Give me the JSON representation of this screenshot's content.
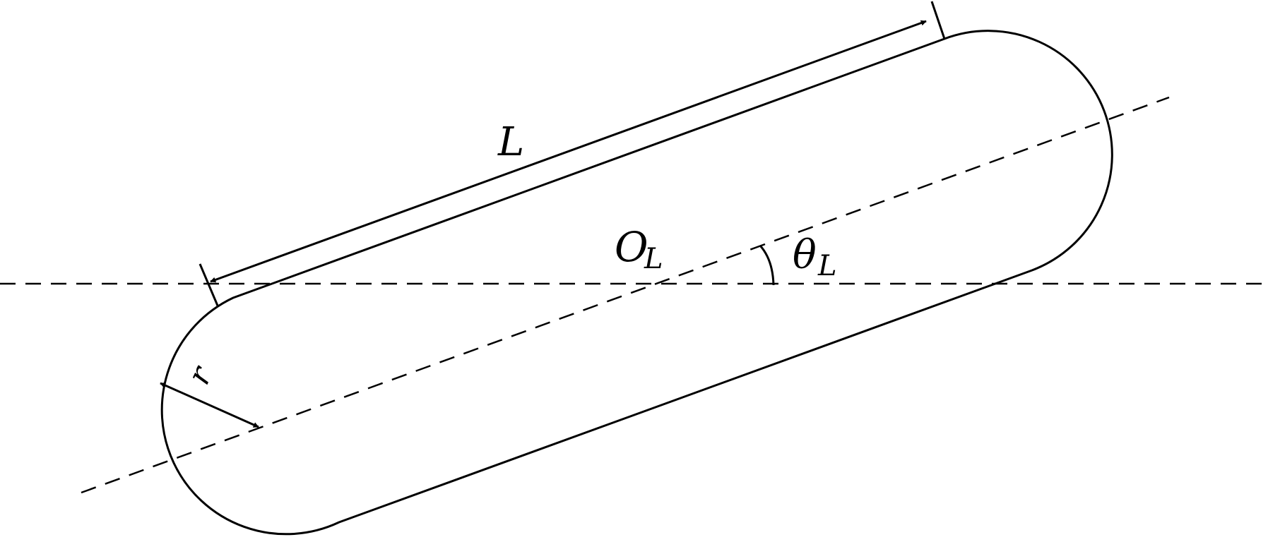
{
  "labels": {
    "length": "L",
    "center": "O",
    "center_sub": "L",
    "angle": "θ",
    "angle_sub": "L",
    "radius": "r"
  },
  "colors": {
    "line": "#000000",
    "background": "#ffffff"
  }
}
